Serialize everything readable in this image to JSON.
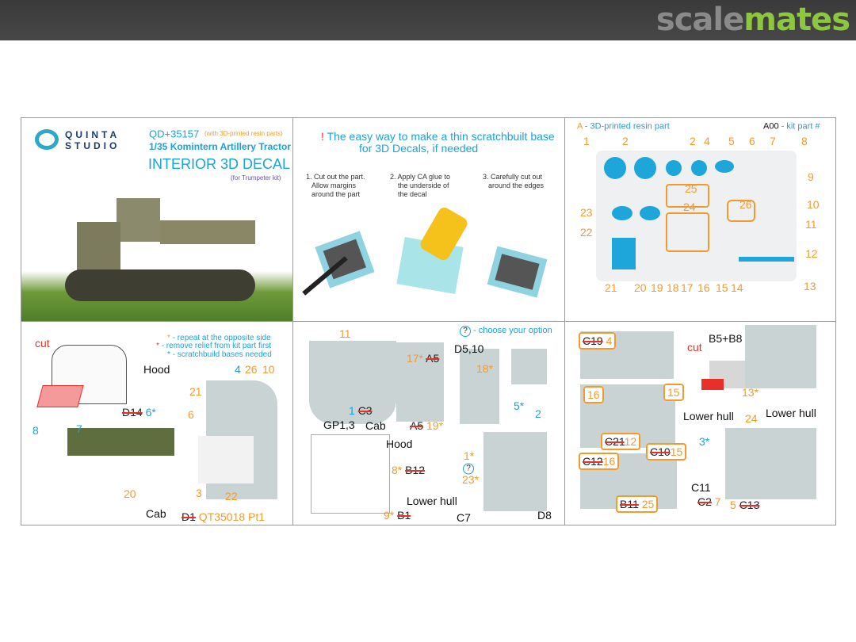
{
  "header": {
    "logo_scale": "scale",
    "logo_mates": "mates"
  },
  "p1": {
    "brand1": "QUINTA",
    "brand2": "STUDIO",
    "code": "QD+35157",
    "resin_note": "(with 3D-printed resin parts)",
    "subtitle": "1/35 Komintern Artillery Tractor",
    "title": "INTERIOR 3D DECAL",
    "kit": "(for Trumpeter kit)"
  },
  "p2": {
    "bang": "!",
    "line1": "The easy way to make a thin scratchbuilt base",
    "line2": "for 3D Decals, if needed",
    "step1": [
      "1. Cut out the part.",
      "Allow margins",
      "around the part"
    ],
    "step2": [
      "2. Apply CA glue to",
      "the underside of",
      "the decal"
    ],
    "step3": [
      "3. Carefully cut out",
      "around the edges"
    ]
  },
  "p3": {
    "legend_a": "A",
    "legend_a_text": "- 3D-printed resin part",
    "legend_kit": "A00",
    "legend_kit_text": "- kit part #",
    "nums": [
      "1",
      "2",
      "2",
      "4",
      "5",
      "6",
      "7",
      "8",
      "9",
      "10",
      "11",
      "12",
      "13",
      "21",
      "20",
      "19",
      "18",
      "17",
      "16",
      "15",
      "14",
      "23",
      "22",
      "25",
      "24",
      "26"
    ]
  },
  "p4": {
    "cut": "cut",
    "leg1": "- repeat at the opposite side",
    "leg2": "- remove relief from kit part first",
    "leg3": "- scratchbuild bases needed",
    "star": "*",
    "hood": "Hood",
    "n4": "4",
    "n26": "26",
    "n10": "10",
    "n21": "21",
    "n6": "6",
    "d14": "D14",
    "n6s": "6*",
    "n8": "8",
    "n7": "7",
    "n20": "20",
    "n3": "3",
    "n22": "22",
    "cab": "Cab",
    "d1": "D1",
    "qt": "QT35018 Pt1"
  },
  "p5": {
    "q": "?",
    "choose": "- choose your option",
    "n11": "11",
    "d510": "D5,10",
    "n17": "17*",
    "a5": "A5",
    "n18": "18*",
    "n5": "5*",
    "n2": "2",
    "n1": "1",
    "c3": "C3",
    "gp": "GP1,3",
    "cab": "Cab",
    "n19": "19*",
    "hood": "Hood",
    "n8": "8*",
    "b12": "B12",
    "n1s": "1*",
    "n23": "23*",
    "lower": "Lower hull",
    "n9": "9*",
    "b1": "B1",
    "c7": "C7",
    "d8": "D8"
  },
  "p6": {
    "c19": "C19",
    "n4": "4",
    "b5b8": "B5+B8",
    "cut": "cut",
    "n13": "13*",
    "lower1": "Lower hull",
    "n16": "16",
    "n15": "15",
    "lower2": "Lower hull",
    "c21": "C21",
    "n12": "12",
    "c12": "C12",
    "n16b": "16",
    "c10": "C10",
    "n15b": "15",
    "n24": "24",
    "n3": "3*",
    "c11": "C11",
    "c2": "C2",
    "n7": "7",
    "n5": "5",
    "c13": "C13",
    "b11": "B11",
    "n25": "25"
  }
}
